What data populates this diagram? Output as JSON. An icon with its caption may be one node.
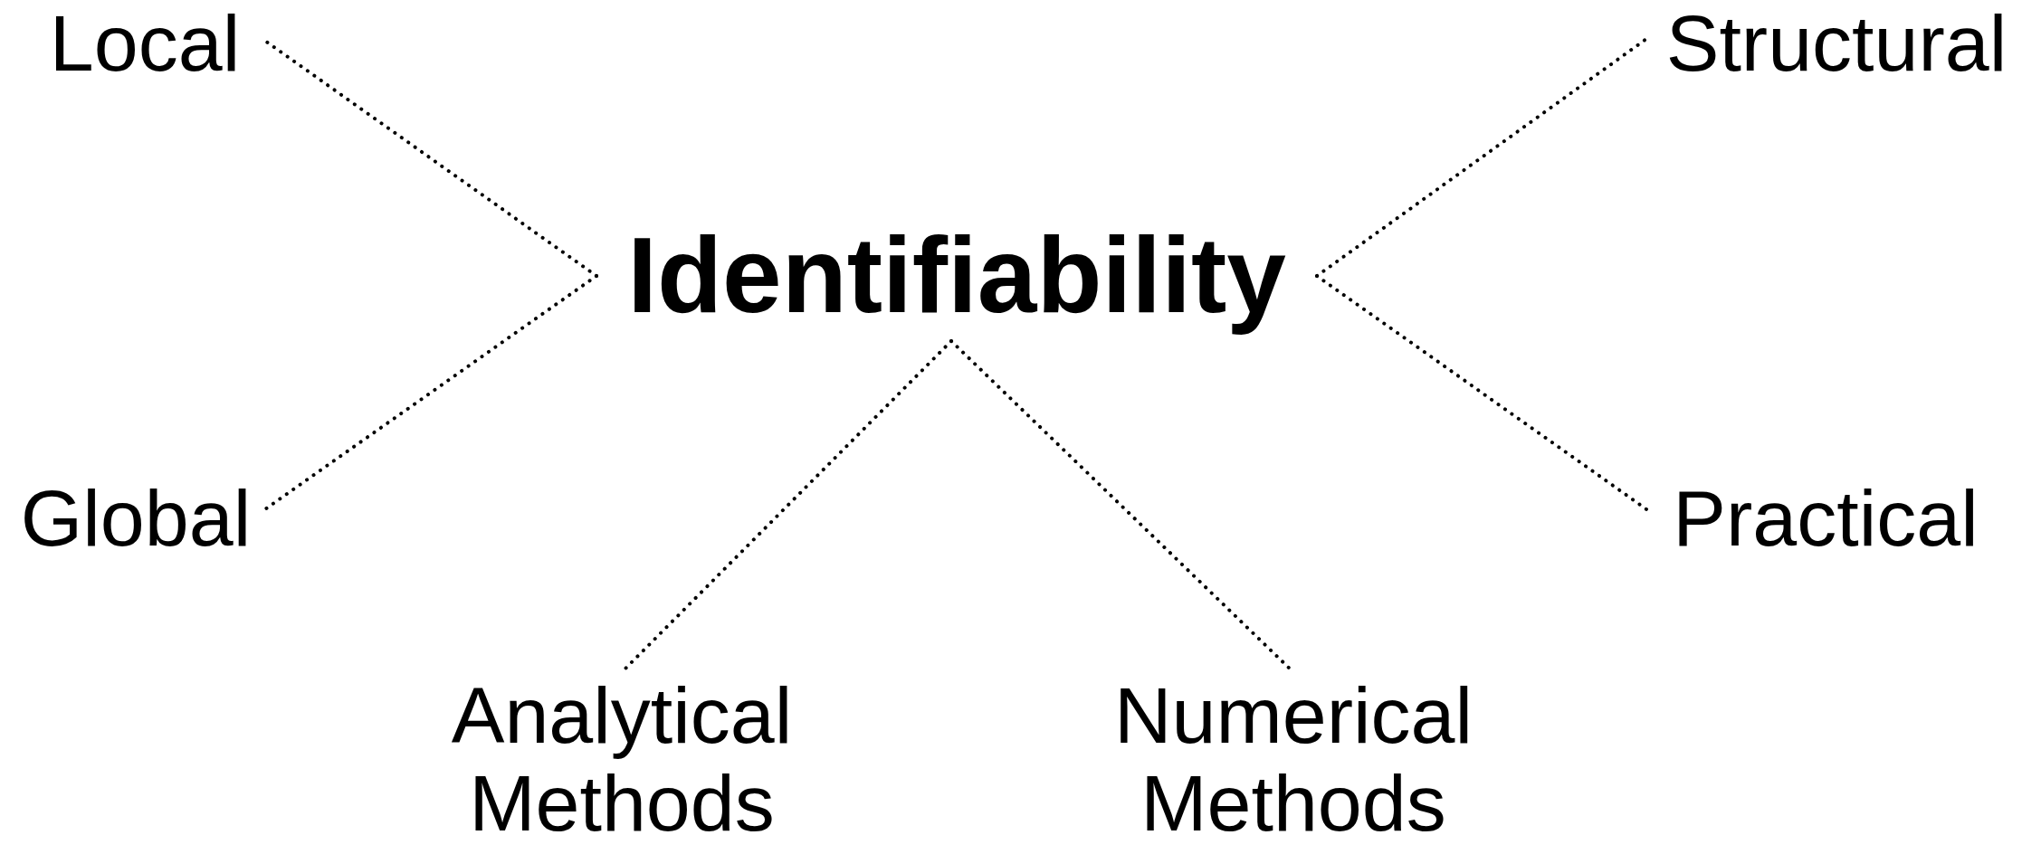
{
  "diagram": {
    "nodes": [
      {
        "text": [
          "Local"
        ]
      },
      {
        "text": [
          "Structural"
        ]
      },
      {
        "text": [
          "Identifiability"
        ]
      },
      {
        "text": [
          "Global"
        ]
      },
      {
        "text": [
          "Practical"
        ]
      },
      {
        "text": [
          "Analytical Methods"
        ]
      },
      {
        "text": [
          "Numerical Methods"
        ]
      }
    ],
    "edges": [
      {
        "from": 2,
        "to": 0,
        "arrow": "none"
      },
      {
        "from": 2,
        "to": 3,
        "arrow": "none"
      },
      {
        "from": 2,
        "to": 1,
        "arrow": "none"
      },
      {
        "from": 2,
        "to": 4,
        "arrow": "none"
      },
      {
        "from": 2,
        "to": 5,
        "arrow": "none"
      },
      {
        "from": 2,
        "to": 6,
        "arrow": "none"
      }
    ]
  }
}
